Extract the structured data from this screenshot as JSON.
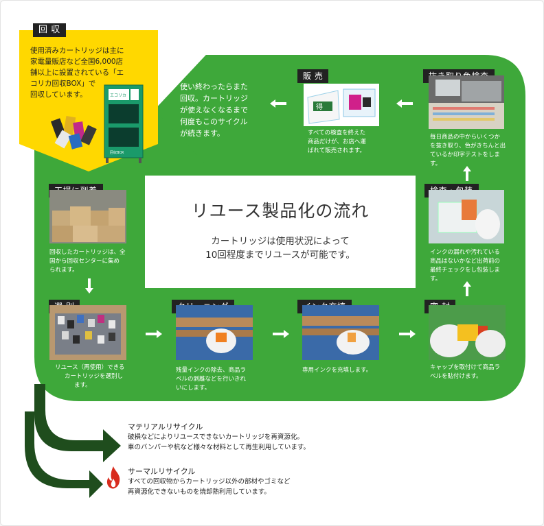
{
  "title": "リユース製品化の流れ",
  "subtitle_lines": [
    "カートリッジは使用状況によって",
    "10回程度までリユースが可能です。"
  ],
  "colors": {
    "green": "#3ea83a",
    "dark_green": "#1f4d1d",
    "yellow": "#ffd800",
    "label_bg": "#222222",
    "flame": "#d82c1e"
  },
  "collect": {
    "label": "回 収",
    "lines": [
      "使用済みカートリッジは主に",
      "家電量販店など全国6,000店",
      "舗以上に設置されている「エ",
      "コリカ回収BOX」で",
      "回収しています。"
    ]
  },
  "reuse_note_lines": [
    "使い終わったらまた",
    "回収。カートリッジ",
    "が使えなくなるまで",
    "何度もこのサイクル",
    "が続きます。"
  ],
  "steps": {
    "sale": {
      "label": "販 売",
      "lines": [
        "すべての検査を終えた",
        "商品だけが、お店へ運",
        "ばれて販売されます。"
      ]
    },
    "inspect": {
      "label": "抜き取り色検査",
      "lines": [
        "毎日商品の中からいくつか",
        "を抜き取り、色がきちんと出",
        "ているか印字テストをしま",
        "す。"
      ]
    },
    "arrive": {
      "label": "工場に到着",
      "lines": [
        "回収したカートリッジは、全",
        "国から回収センターに集め",
        "られます。"
      ]
    },
    "check": {
      "label": "検査・包装",
      "lines": [
        "インクの漏れや汚れている",
        "商品はないかなど出荷前の",
        "最終チェックをし包装しま",
        "す。"
      ]
    },
    "sort": {
      "label": "選 別",
      "lines": [
        "リユース（再使用）できる",
        "カートリッジを選別し",
        "ます。"
      ]
    },
    "clean": {
      "label": "クリーニング",
      "lines": [
        "残量インクの除去、商品ラ",
        "ベルの剥離などを行いきれ",
        "いにします。"
      ]
    },
    "fill": {
      "label": "インク充填",
      "lines": [
        "専用インクを充填します。"
      ]
    },
    "seal": {
      "label": "密 封",
      "lines": [
        "キャップを取付けて商品ラ",
        "ベルを貼付けます。"
      ]
    }
  },
  "product_text": {
    "box_brand": "エコリカ",
    "box_label": "回収BOX",
    "package_text": "得"
  },
  "material": {
    "title": "マテリアルリサイクル",
    "lines": [
      "破損などによりリユースできないカートリッジを再資源化。",
      "車のバンパーや杭など様々な材料として再生利用しています。"
    ]
  },
  "thermal": {
    "title": "サーマルリサイクル",
    "lines": [
      "すべての回収物からカートリッジ以外の部材やゴミなど",
      "再資源化できないものを焼却熱利用しています。"
    ]
  }
}
